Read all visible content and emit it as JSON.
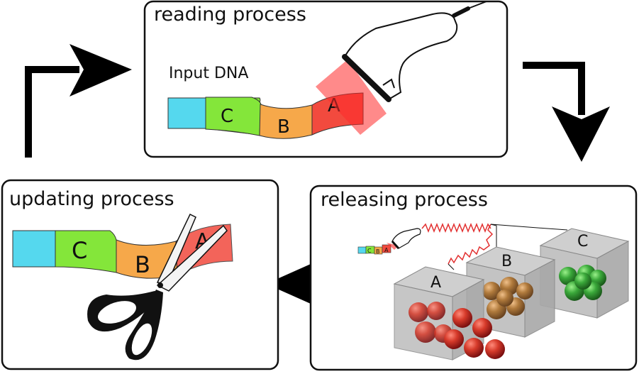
{
  "boxes": {
    "reading": {
      "title": "reading process",
      "input_label": "Input DNA"
    },
    "releasing": {
      "title": "releasing process"
    },
    "updating": {
      "title": "updating process"
    }
  },
  "segments": {
    "a": "A",
    "b": "B",
    "c": "C"
  },
  "colors": {
    "cyan": "#55d8ee",
    "green": "#84e63a",
    "orange": "#f6a84a",
    "red": "#f24a3e",
    "scanner_red": "#ff2a2a",
    "cube_a_spheres": "#b02828",
    "cube_b_spheres": "#a86c2e",
    "cube_c_spheres": "#2e9a2e"
  }
}
